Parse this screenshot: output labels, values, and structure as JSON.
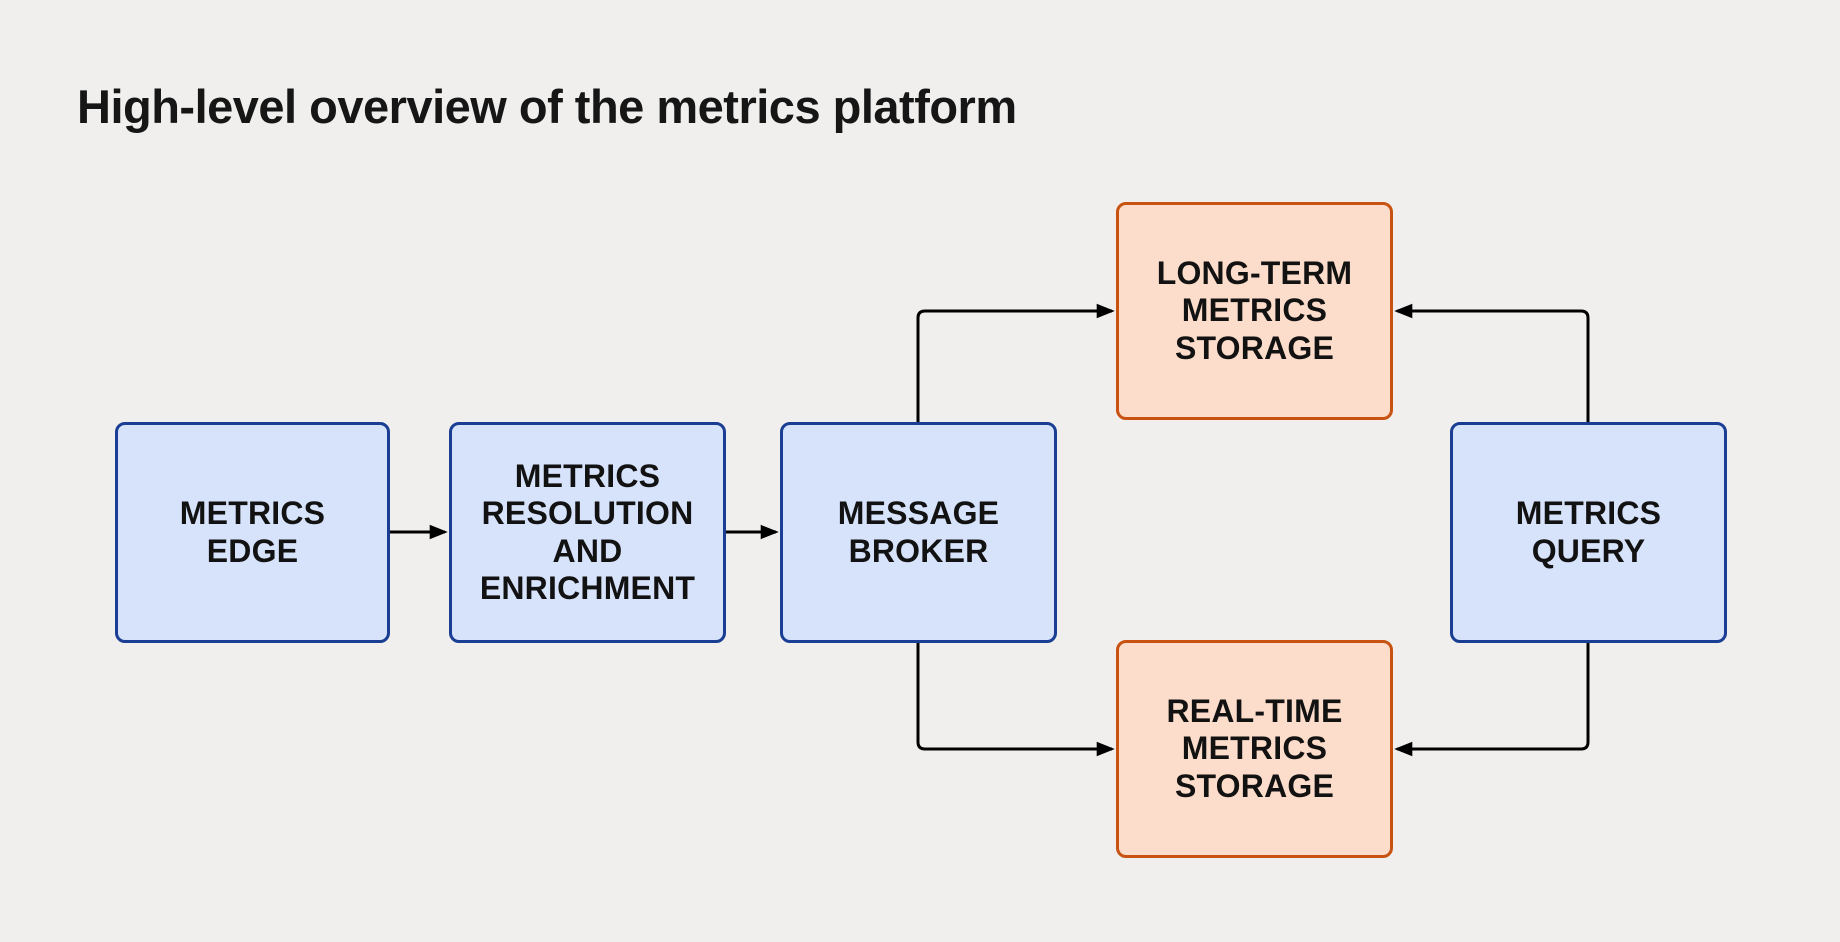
{
  "title": "High-level overview of the metrics platform",
  "diagram": {
    "nodes": [
      {
        "id": "metrics-edge",
        "label": "METRICS\nEDGE",
        "kind": "processing"
      },
      {
        "id": "metrics-resolution-and-enrichment",
        "label": "METRICS\nRESOLUTION\nAND\nENRICHMENT",
        "kind": "processing"
      },
      {
        "id": "message-broker",
        "label": "MESSAGE\nBROKER",
        "kind": "processing"
      },
      {
        "id": "long-term-metrics-storage",
        "label": "LONG-TERM\nMETRICS\nSTORAGE",
        "kind": "storage"
      },
      {
        "id": "real-time-metrics-storage",
        "label": "REAL-TIME\nMETRICS\nSTORAGE",
        "kind": "storage"
      },
      {
        "id": "metrics-query",
        "label": "METRICS\nQUERY",
        "kind": "processing"
      }
    ],
    "edges": [
      {
        "from": "metrics-edge",
        "to": "metrics-resolution-and-enrichment"
      },
      {
        "from": "metrics-resolution-and-enrichment",
        "to": "message-broker"
      },
      {
        "from": "message-broker",
        "to": "long-term-metrics-storage"
      },
      {
        "from": "message-broker",
        "to": "real-time-metrics-storage"
      },
      {
        "from": "metrics-query",
        "to": "long-term-metrics-storage"
      },
      {
        "from": "metrics-query",
        "to": "real-time-metrics-storage"
      }
    ]
  },
  "colors": {
    "background": "#f0efed",
    "title-text": "#161616",
    "node-text": "#121212",
    "processing-fill": "#d7e3fb",
    "processing-border": "#1a3e94",
    "storage-fill": "#fcdcca",
    "storage-border": "#c85212",
    "connector": "#000000"
  }
}
